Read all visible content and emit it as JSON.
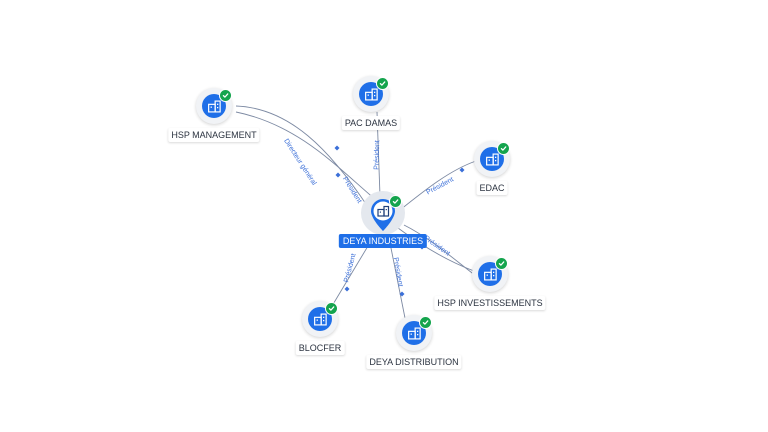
{
  "center": {
    "label": "DEYA INDUSTRIES",
    "icon": "company-icon",
    "status_icon": "verified-check-icon"
  },
  "nodes": [
    {
      "id": "hsp-management",
      "label": "HSP MANAGEMENT",
      "icon": "company-icon",
      "status_icon": "verified-check-icon"
    },
    {
      "id": "pac-damas",
      "label": "PAC DAMAS",
      "icon": "company-icon",
      "status_icon": "verified-check-icon"
    },
    {
      "id": "edac",
      "label": "EDAC",
      "icon": "company-icon",
      "status_icon": "verified-check-icon"
    },
    {
      "id": "hsp-investissements",
      "label": "HSP INVESTISSEMENTS",
      "icon": "company-icon",
      "status_icon": "verified-check-icon"
    },
    {
      "id": "deya-distribution",
      "label": "DEYA DISTRIBUTION",
      "icon": "company-icon",
      "status_icon": "verified-check-icon"
    },
    {
      "id": "blocfer",
      "label": "BLOCFER",
      "icon": "company-icon",
      "status_icon": "verified-check-icon"
    }
  ],
  "edges": [
    {
      "id": "hsp-management-dg",
      "from": "hsp-management",
      "label": "Directeur général"
    },
    {
      "id": "hsp-management-pres",
      "from": "hsp-management",
      "label": "Président"
    },
    {
      "id": "pac-damas-pres",
      "from": "pac-damas",
      "label": "Président"
    },
    {
      "id": "edac-pres",
      "from": "edac",
      "label": "Président"
    },
    {
      "id": "hsp-investissements-pres",
      "from": "hsp-investissements",
      "label": "Président"
    },
    {
      "id": "deya-distribution-pres",
      "from": "deya-distribution",
      "label": "Président"
    },
    {
      "id": "blocfer-pres",
      "from": "blocfer",
      "label": "Président"
    }
  ],
  "colors": {
    "accent": "#1f6fe8",
    "verified": "#14a44d",
    "edge": "#7d8aa3",
    "edge_label": "#3b6fd8"
  }
}
